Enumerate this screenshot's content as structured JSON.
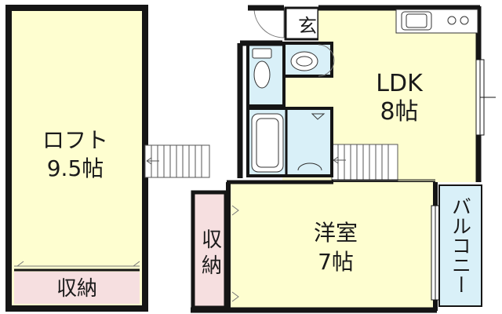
{
  "rooms": {
    "loft": {
      "name": "ロフト",
      "size": "9.5帖"
    },
    "loft_storage": {
      "name": "収納"
    },
    "entrance": {
      "name": "玄"
    },
    "ldk": {
      "name": "LDK",
      "size": "8帖"
    },
    "western": {
      "name": "洋室",
      "size": "7帖"
    },
    "western_storage": {
      "line1": "収",
      "line2": "納"
    },
    "balcony": {
      "name": "バルコニー"
    }
  },
  "colors": {
    "room_fill": "#fefed0",
    "storage_fill": "#f6dfe0",
    "wet_fill": "#d9f0f8",
    "wall": "#151515",
    "stair": "#555555"
  }
}
